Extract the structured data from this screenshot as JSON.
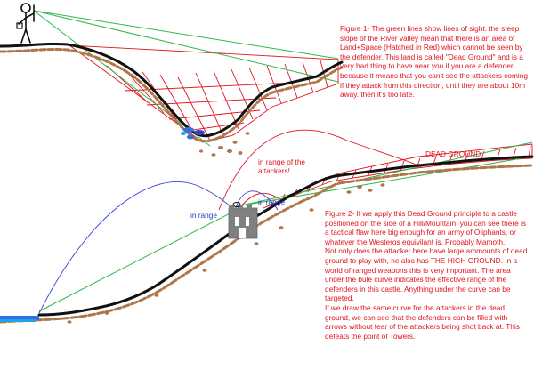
{
  "figure1": {
    "caption": "Figure 1- The green lines show lines of sight. the steep slope of the River valley mean that there is an area of Land+Space (Hatched in Red) which cannot be seen by the defender. This land is called \"Dead Ground\" and is a very bad thing to have near you if you are a defender, because it means that you can't see the attackers coming if they attack from this direction, until they are about 10m away. then it's too late."
  },
  "figure2": {
    "caption": "Figure 2- If we apply this Dead Ground principle to a castle positioned on the side of a Hill/Mountain, you can see there is a tactical flaw here big enough for an army of Oliphants, or whatever the Westeros equivilant is. Probably Mamoth.\nNot only does the attacker here have large ammounts of dead ground to play with, he also has THE HIGH GROUND. In a world of ranged weapons this is very important. The area under the bule curve indicates the effective range of the defenders in this castle. Anything under the curve can be targeted.\nIf we draw the same curve for the attackers in the dead ground, we can see that the defenders can be filled with arrows without fear of the attackers being shot back at. This defeats the point of Towers.",
    "labels": {
      "in_range_of_attackers": "in range of the attackers!",
      "dead_ground": "DEAD GROUND",
      "in_range_left": "in range",
      "in_range_right": "in range"
    }
  },
  "colors": {
    "ground": "#111111",
    "dirt": "#b07548",
    "sight_line": "#2eb84a",
    "hatch": "#e0141e",
    "range_curve": "#3042d0",
    "attacker_curve": "#e0141e",
    "water": "#2f6fe0",
    "castle": "#808080"
  }
}
